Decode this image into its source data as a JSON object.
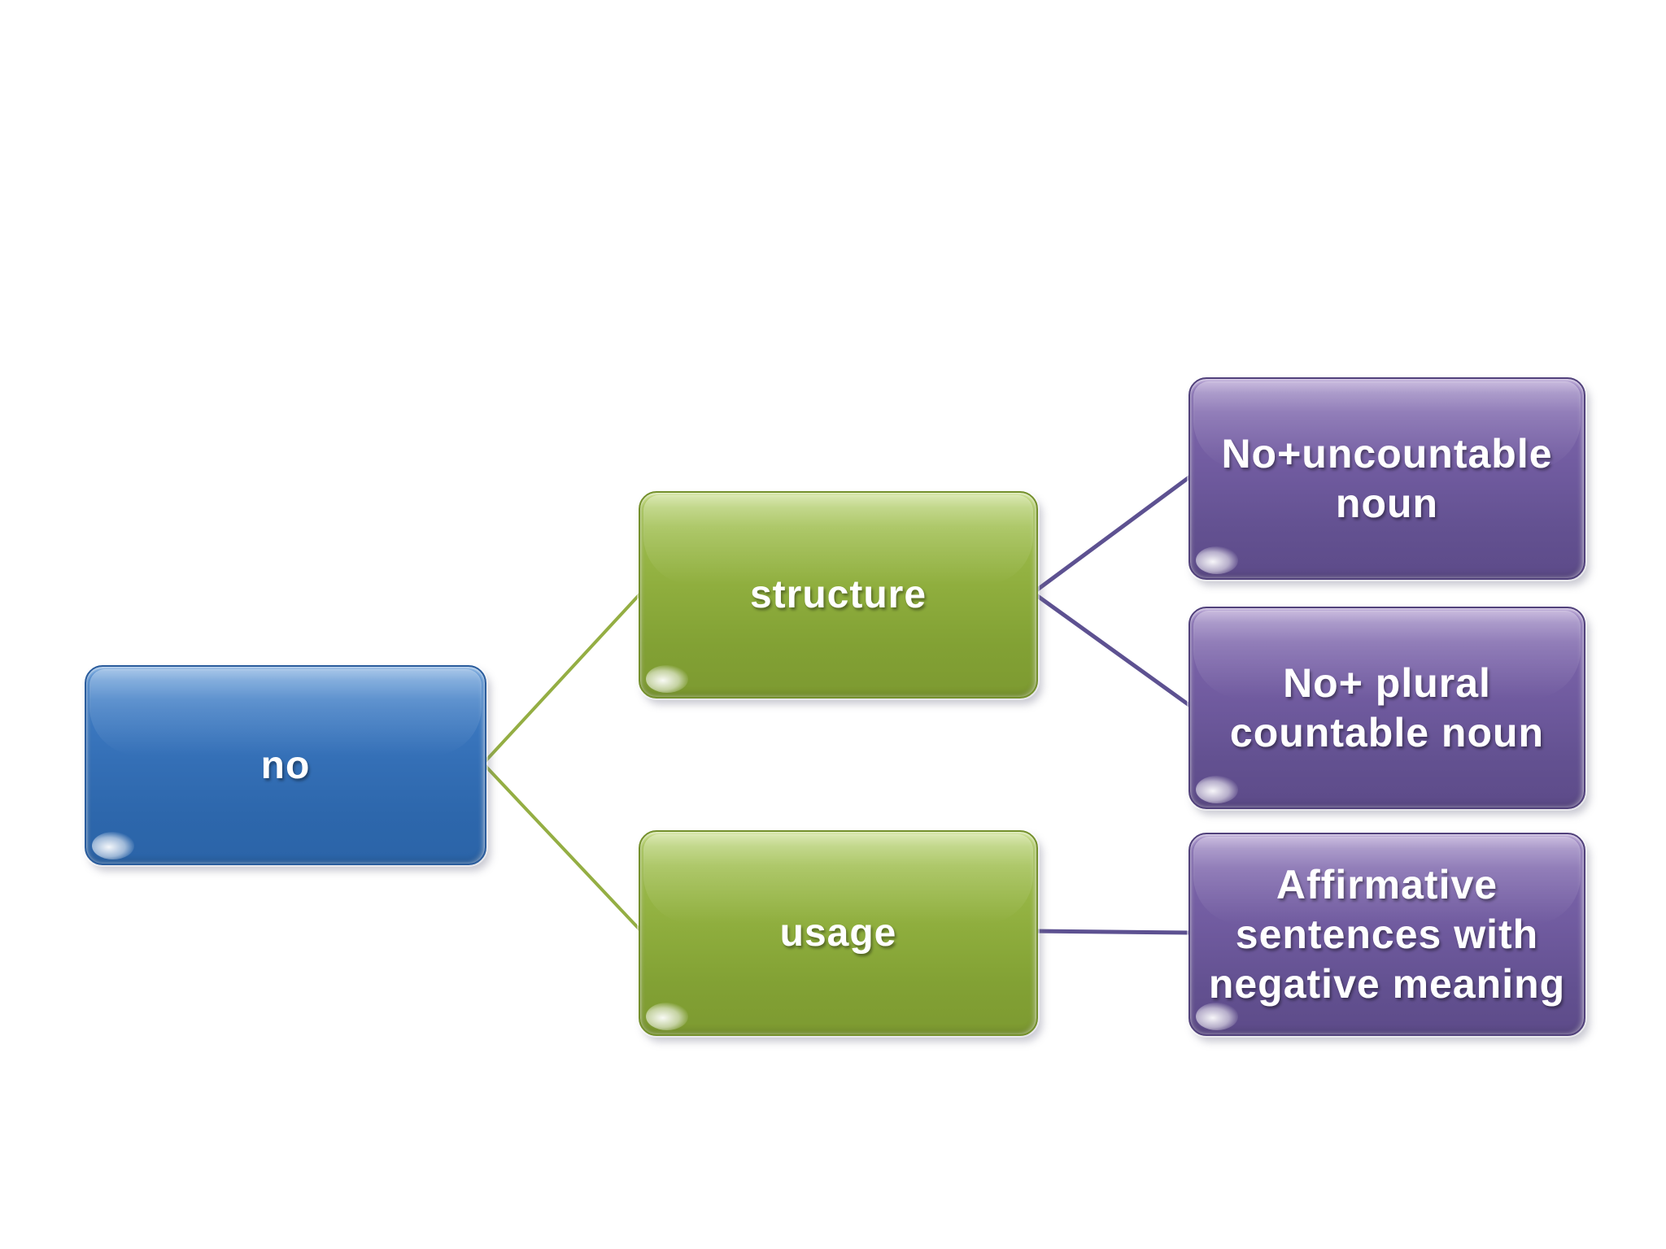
{
  "diagram": {
    "background": "#ffffff",
    "nodes": {
      "root": {
        "label": "no",
        "fill": "#346FB6",
        "text_color": "#ffffff"
      },
      "structure": {
        "label": "structure",
        "fill": "#8EAD3D",
        "text_color": "#ffffff"
      },
      "usage": {
        "label": "usage",
        "fill": "#8EAD3D",
        "text_color": "#ffffff"
      },
      "uncountable": {
        "label": "No+uncountable noun",
        "fill": "#6F5A9E",
        "text_color": "#ffffff"
      },
      "plural": {
        "label": "No+ plural countable noun",
        "fill": "#6F5A9E",
        "text_color": "#ffffff"
      },
      "affirmative": {
        "label": "Affirmative sentences with negative meaning",
        "fill": "#6F5A9E",
        "text_color": "#ffffff"
      }
    },
    "connectors": {
      "green": "#94AE43",
      "purple": "#5D5191"
    }
  }
}
